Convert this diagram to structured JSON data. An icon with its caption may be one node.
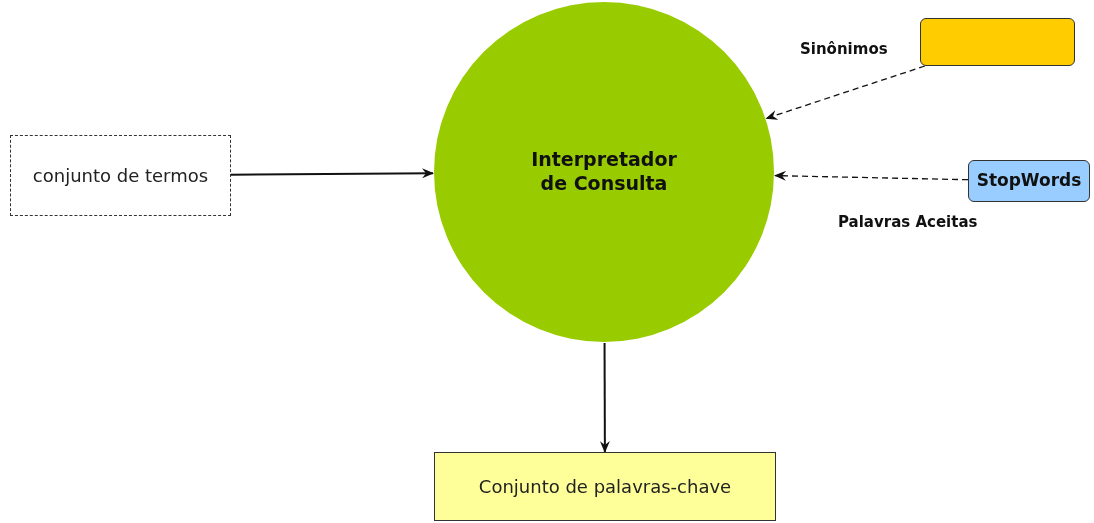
{
  "diagram": {
    "nodes": [
      {
        "text": [
          "Interpretador de Consulta"
        ]
      },
      {
        "text": [
          "conjunto de termos"
        ]
      },
      {
        "text": [],
        "shape": "box"
      },
      {
        "text": [
          "StopWords"
        ]
      },
      {
        "text": [
          "Conjunto de palavras-chave"
        ]
      }
    ],
    "edges": [
      {
        "from": 1,
        "to": 0,
        "arrow": "to"
      },
      {
        "from": 2,
        "to": 0,
        "arrow": "to",
        "style": "dashed",
        "label": "Sinônimos"
      },
      {
        "from": 3,
        "to": 0,
        "arrow": "to",
        "style": "dashed",
        "label": "Palavras Aceitas"
      },
      {
        "from": 0,
        "to": 4,
        "arrow": "to"
      }
    ]
  }
}
